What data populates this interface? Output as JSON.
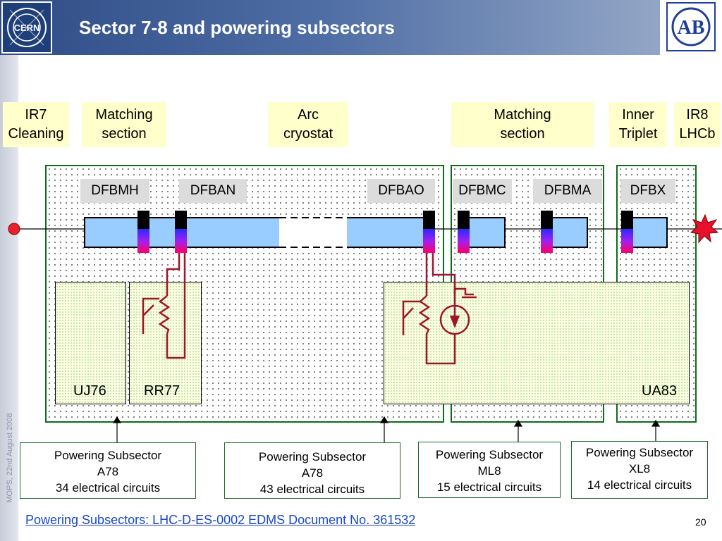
{
  "slide": {
    "title": "Sector 7-8 and powering subsectors",
    "side_text": "MOPS, 22nd August 2008",
    "footer_link": "Powering Subsectors: LHC-D-ES-0002 EDMS Document No. 361532",
    "page_number": "20",
    "logos": {
      "left": "CERN",
      "right": "AB"
    }
  },
  "section_labels": [
    {
      "text": "IR7\nCleaning"
    },
    {
      "text": "Matching\nsection"
    },
    {
      "text": "Arc\ncryostat"
    },
    {
      "text": "Matching\nsection"
    },
    {
      "text": "Inner\nTriplet"
    },
    {
      "text": "IR8\nLHCb"
    }
  ],
  "dfb_boxes": [
    "DFBMH",
    "DFBAN",
    "DFBAO",
    "DFBMC",
    "DFBMA",
    "DFBX"
  ],
  "areas": [
    "UJ76",
    "RR77",
    "UA83"
  ],
  "powering_subsectors": [
    {
      "text": "Powering Subsector\nA78\n34 electrical circuits"
    },
    {
      "text": "Powering Subsector\nA78\n43 electrical circuits"
    },
    {
      "text": "Powering Subsector\nML8\n15 electrical circuits"
    },
    {
      "text": "Powering Subsector\nXL8\n14 electrical circuits"
    }
  ],
  "colors": {
    "header": "#2f4c86",
    "label_fill": "#ffffcc",
    "cryostat_fill": "#99ccff",
    "region_border": "#0e6b1a",
    "circuit_wire": "#a0152b",
    "link": "#1a48c8"
  }
}
